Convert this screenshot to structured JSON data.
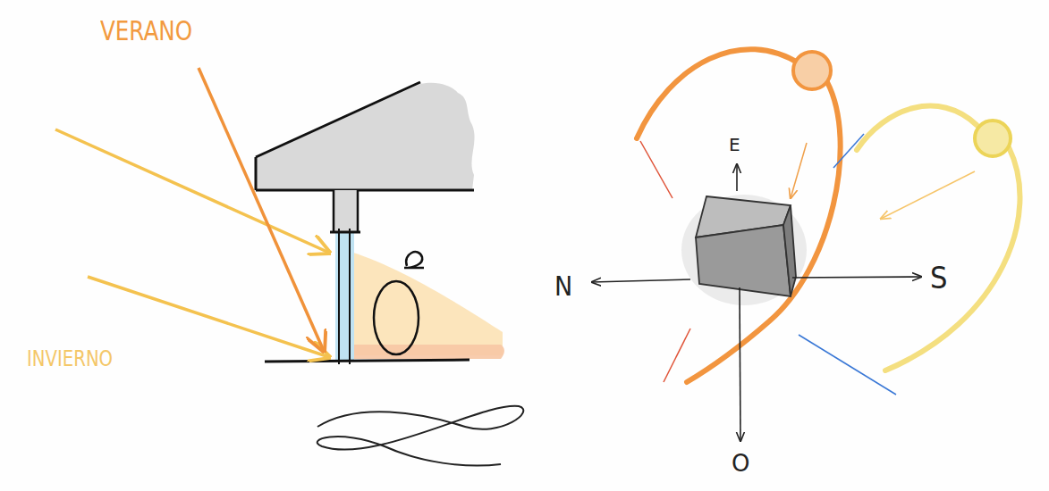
{
  "diagram": {
    "labels": [
      "VERANO",
      "INVIERNO",
      "E",
      "N",
      "S",
      "O"
    ]
  }
}
